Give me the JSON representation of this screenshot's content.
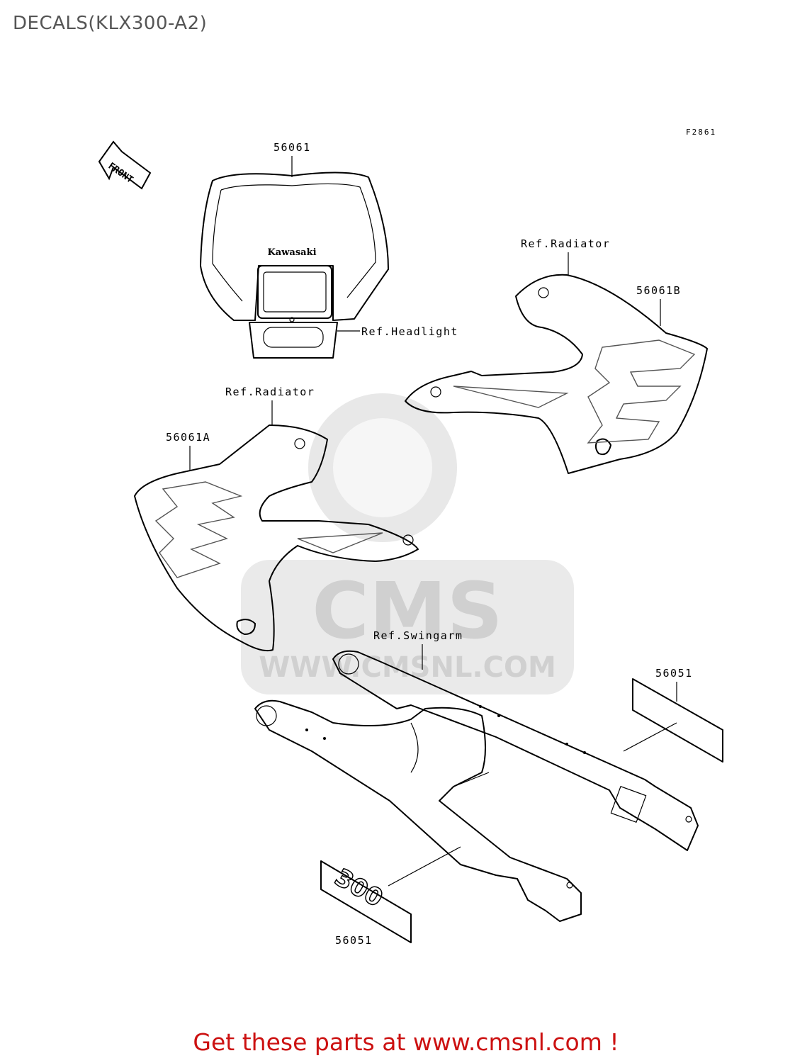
{
  "title": "DECALS(KLX300-A2)",
  "footer": "Get these parts at www.cmsnl.com !",
  "diagram": {
    "figure_code": "F2861",
    "front_arrow": "FRONT",
    "headlight_brand": "Kawasaki",
    "labels": {
      "p56061": "56061",
      "ref_headlight": "Ref.Headlight",
      "ref_radiator_right": "Ref.Radiator",
      "p56061B": "56061B",
      "ref_radiator_left": "Ref.Radiator",
      "p56061A": "56061A",
      "ref_swingarm": "Ref.Swingarm",
      "p56051_right": "56051",
      "p56051_bottom": "56051"
    },
    "decal_300_text": "300"
  },
  "watermark": {
    "brand": "CMS",
    "url": "WWW.CMSNL.COM"
  },
  "colors": {
    "footer_red": "#cc1111",
    "watermark_gray": "#d0d0d0"
  }
}
